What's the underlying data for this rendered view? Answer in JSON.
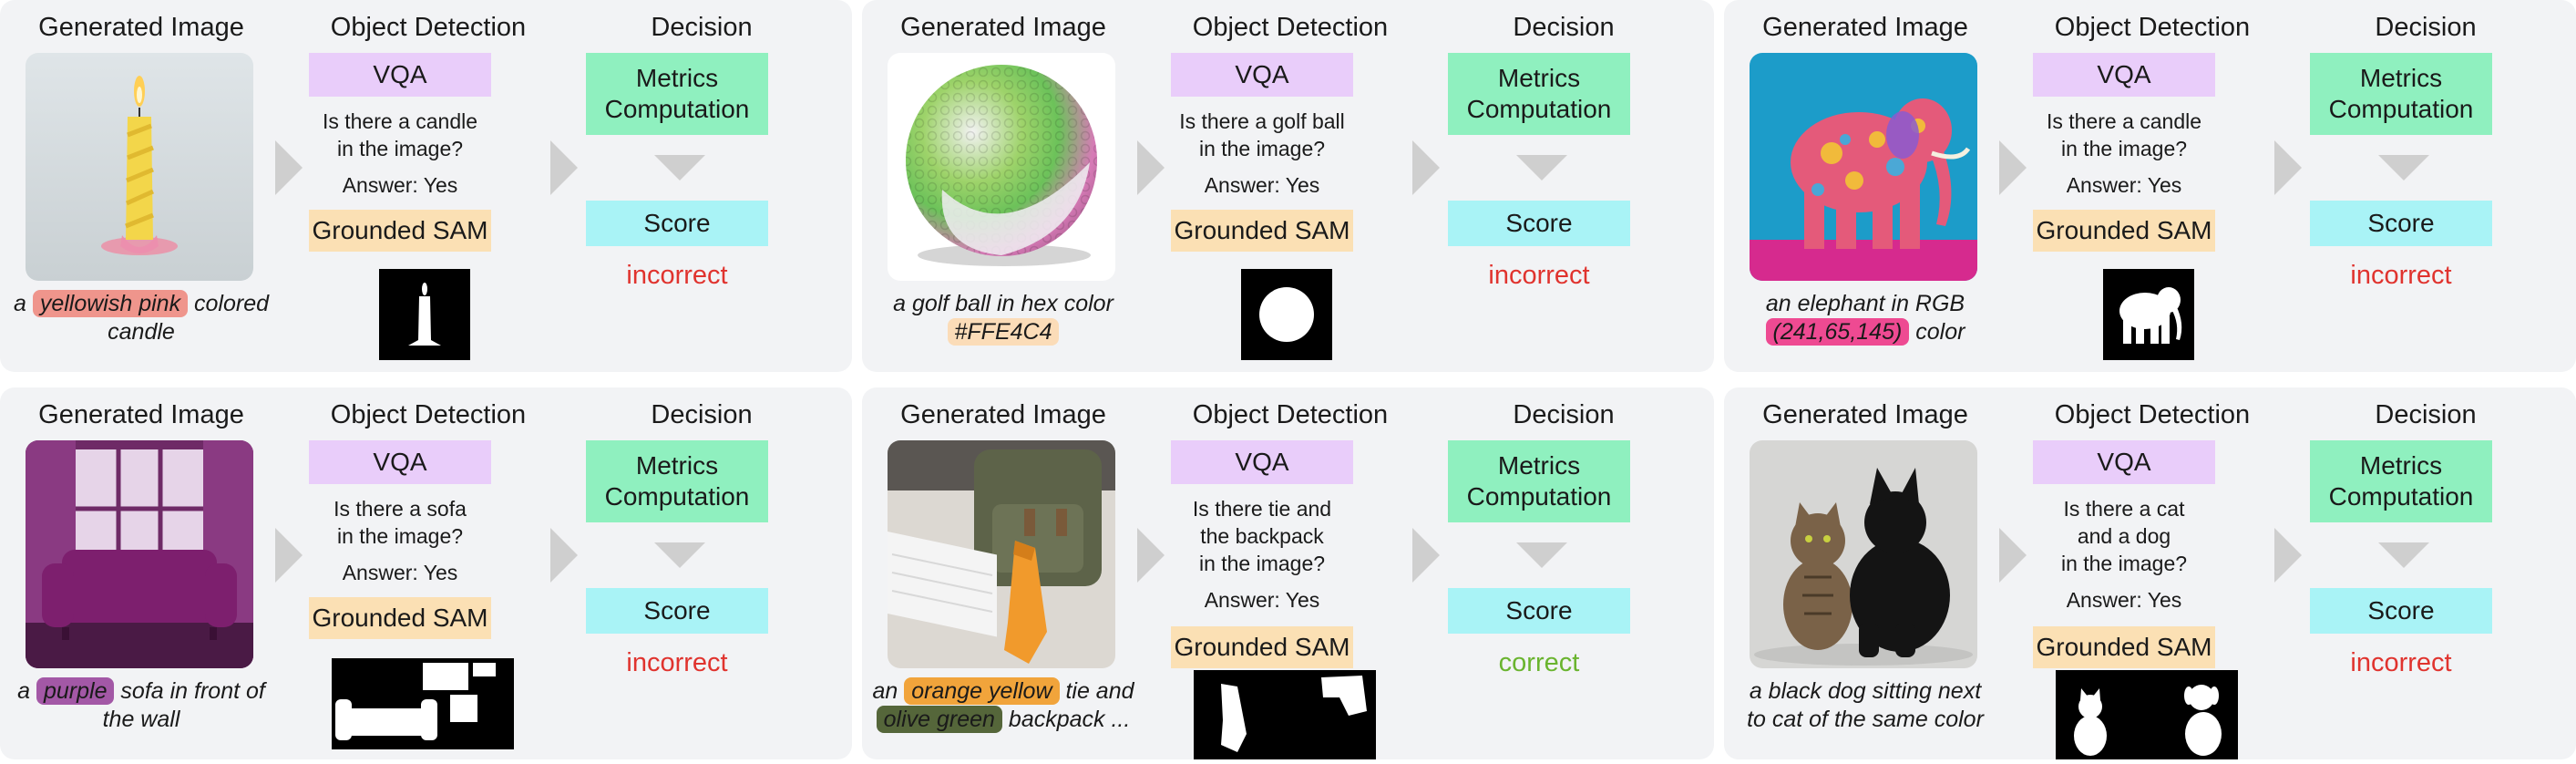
{
  "headers": {
    "generated": "Generated Image",
    "detection": "Object Detection",
    "decision": "Decision"
  },
  "labels": {
    "vqa": "VQA",
    "sam": "Grounded SAM",
    "metrics_line1": "Metrics",
    "metrics_line2": "Computation",
    "score": "Score"
  },
  "colors": {
    "panel_bg": "#f2f3f5",
    "vqa": "#e9cdfa",
    "sam": "#fbe0b4",
    "metrics": "#8ff0bf",
    "score": "#a9f3f6",
    "incorrect": "#e0332e",
    "correct": "#6ab42f"
  },
  "panels": [
    {
      "caption": {
        "pre": "a ",
        "hl": "yellowish pink",
        "post": " colored candle",
        "hl_color": "#ef958c"
      },
      "question": [
        "Is there a candle",
        "in the image?"
      ],
      "answer": "Answer: Yes",
      "result": "incorrect",
      "result_state": "incorrect",
      "image_icon": "candle-image",
      "mask_icon": "candle-mask"
    },
    {
      "caption": {
        "pre": "a golf ball in hex color ",
        "hl": "#FFE4C4",
        "post": "",
        "hl_color": "#fbdcb8"
      },
      "question": [
        "Is there a golf ball",
        "in the image?"
      ],
      "answer": "Answer: Yes",
      "result": "incorrect",
      "result_state": "incorrect",
      "image_icon": "golf-ball-image",
      "mask_icon": "circle-mask"
    },
    {
      "caption": {
        "pre": "an elephant in RGB ",
        "hl": "(241,65,145)",
        "post": " color",
        "hl_color": "#ee4a92"
      },
      "question": [
        "Is there a candle",
        "in the image?"
      ],
      "answer": "Answer: Yes",
      "result": "incorrect",
      "result_state": "incorrect",
      "image_icon": "elephant-image",
      "mask_icon": "elephant-mask"
    },
    {
      "caption": {
        "pre": "a ",
        "hl": "purple",
        "post": " sofa in front of the wall",
        "hl_color": "#a358a6"
      },
      "question": [
        "Is there a sofa",
        "in the image?"
      ],
      "answer": "Answer: Yes",
      "result": "incorrect",
      "result_state": "incorrect",
      "image_icon": "sofa-image",
      "mask_icon": "sofa-mask"
    },
    {
      "caption": {
        "pre": "an ",
        "hl": "orange yellow",
        "post": " tie and ",
        "hl2": "olive green",
        "post2": " backpack ...",
        "hl_color": "#f1a43b",
        "hl2_color": "#55663a"
      },
      "question": [
        "Is there tie and",
        "the backpack",
        "in the image?"
      ],
      "answer": "Answer: Yes",
      "result": "correct",
      "result_state": "correct",
      "image_icon": "tie-backpack-image",
      "mask_icon": "tie-backpack-mask"
    },
    {
      "caption": {
        "pre": "a black dog sitting next to cat of the same color",
        "hl": "",
        "post": "",
        "hl_color": ""
      },
      "question": [
        "Is there a cat",
        "and a dog",
        "in the image?"
      ],
      "answer": "Answer: Yes",
      "result": "incorrect",
      "result_state": "incorrect",
      "image_icon": "cat-dog-image",
      "mask_icon": "cat-dog-mask"
    }
  ]
}
